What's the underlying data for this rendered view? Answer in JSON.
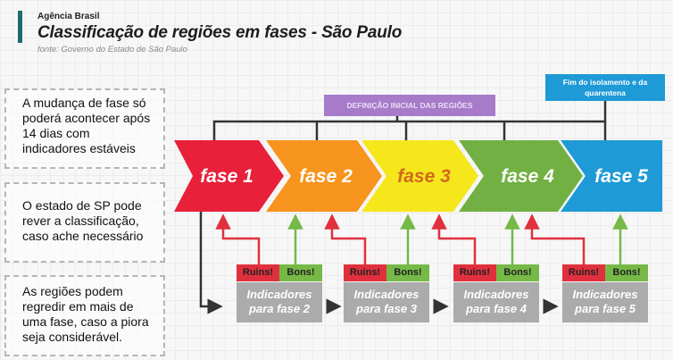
{
  "header": {
    "source_tag": "Agência Brasil",
    "title": "Classificação de regiões em fases - São Paulo",
    "subtitle": "fonte: Governo do Estado de São Paulo"
  },
  "notes": [
    "A mudança de fase só poderá acontecer após 14 dias com indicadores estáveis",
    "O estado de SP pode rever a classificação, caso ache necessário",
    "As regiões podem regredir em mais de uma fase, caso a piora seja considerável."
  ],
  "tags": {
    "initial": "DEFINIÇÃO INICIAL DAS REGIÕES",
    "end": "Fim do isolamento e da quarentena"
  },
  "phases": [
    {
      "label": "fase 1",
      "color": "#e8203a"
    },
    {
      "label": "fase 2",
      "color": "#f7941d"
    },
    {
      "label": "fase 3",
      "color": "#f5e71c"
    },
    {
      "label": "fase 4",
      "color": "#72b043"
    },
    {
      "label": "fase 5",
      "color": "#1e9ad6"
    }
  ],
  "indicators": [
    {
      "bad": "Ruins!",
      "good": "Bons!",
      "line1": "Indicadores",
      "line2": "para fase 2"
    },
    {
      "bad": "Ruins!",
      "good": "Bons!",
      "line1": "Indicadores",
      "line2": "para fase 3"
    },
    {
      "bad": "Ruins!",
      "good": "Bons!",
      "line1": "Indicadores",
      "line2": "para fase 4"
    },
    {
      "bad": "Ruins!",
      "good": "Bons!",
      "line1": "Indicadores",
      "line2": "para fase 5"
    }
  ],
  "colors": {
    "accent": "#1e6b6e",
    "initial_tag": "#a77bca",
    "end_tag": "#1e9ad6",
    "indicator_box": "#ababab",
    "bad": "#e0303e",
    "good": "#76b947"
  }
}
